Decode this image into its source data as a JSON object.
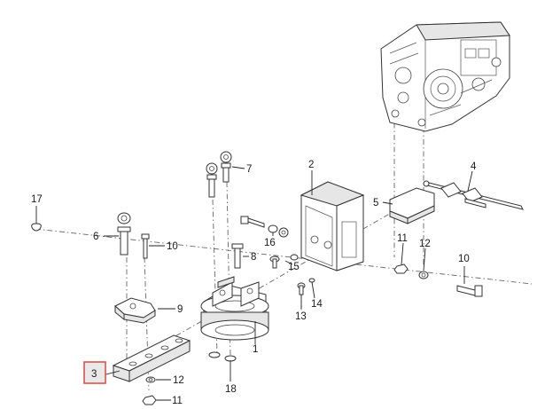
{
  "callouts": {
    "c1": "1",
    "c2": "2",
    "c3": "3",
    "c4": "4",
    "c5": "5",
    "c6": "6",
    "c7": "7",
    "c8": "8",
    "c9": "9",
    "c10a": "10",
    "c10b": "10",
    "c11a": "11",
    "c11b": "11",
    "c12a": "12",
    "c12b": "12",
    "c13": "13",
    "c14": "14",
    "c15": "15",
    "c16": "16",
    "c17": "17",
    "c18": "18"
  },
  "selected_callout": "3",
  "colors": {
    "highlight_border": "#d9534f",
    "highlight_fill": "#e9e9e9"
  }
}
